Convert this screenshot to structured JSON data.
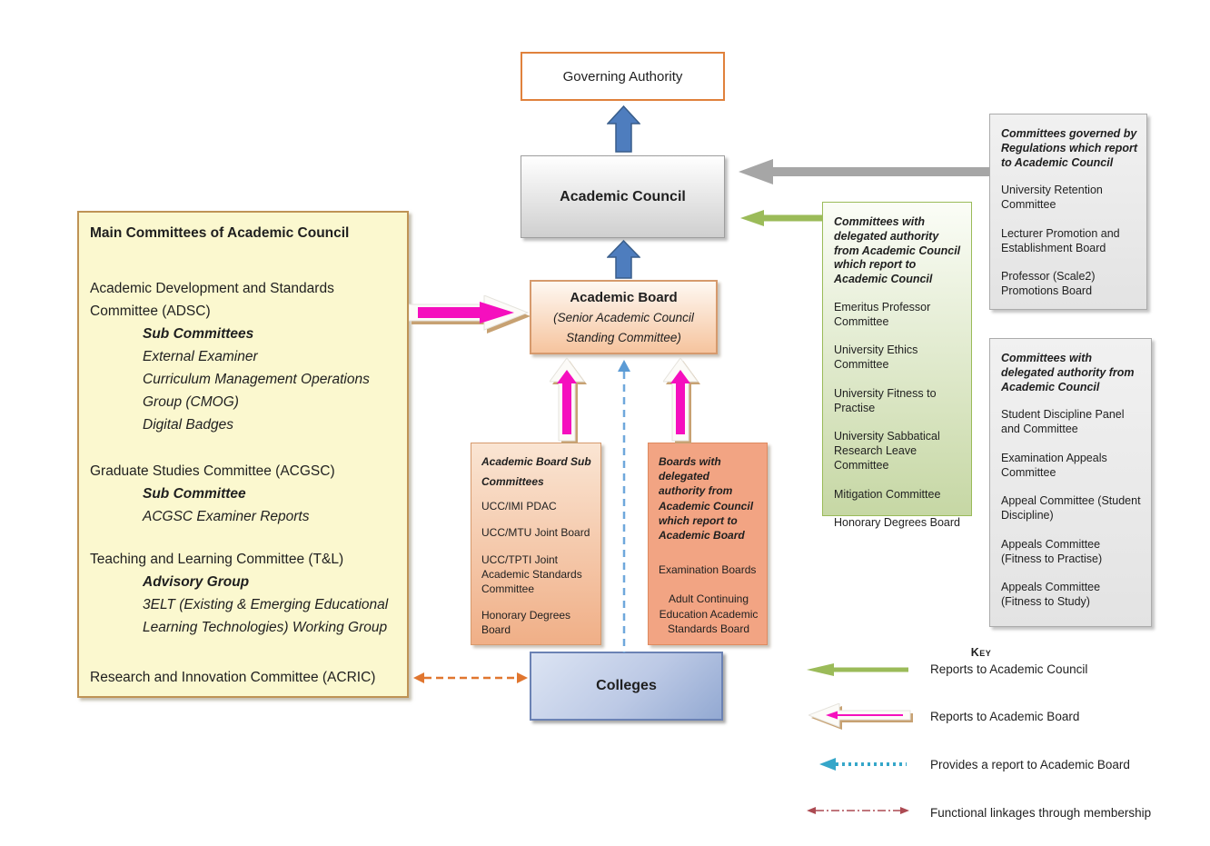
{
  "governing": {
    "title": "Governing Authority"
  },
  "council": {
    "title": "Academic Council"
  },
  "board": {
    "title": "Academic Board",
    "subtitle1": "(Senior Academic Council",
    "subtitle2": "Standing Committee)"
  },
  "colleges": {
    "title": "Colleges"
  },
  "main_committees": {
    "title": "Main Committees of Academic Council",
    "groups": [
      {
        "name": "Academic Development and Standards Committee (ADSC)",
        "sub_label": "Sub Committees",
        "subs": [
          "External Examiner",
          "Curriculum Management Operations Group (CMOG)",
          "Digital Badges"
        ]
      },
      {
        "name": "Graduate Studies Committee (ACGSC)",
        "sub_label": "Sub Committee",
        "subs": [
          "ACGSC Examiner Reports"
        ]
      },
      {
        "name": "Teaching and Learning Committee (T&L)",
        "sub_label": "Advisory Group",
        "subs": [
          "3ELT (Existing & Emerging Educational Learning Technologies) Working Group"
        ]
      },
      {
        "name": "Research and Innovation Committee (ACRIC)"
      }
    ]
  },
  "board_subs": {
    "header": "Academic Board Sub Committees",
    "items": [
      "UCC/IMI PDAC",
      "UCC/MTU Joint Board",
      "UCC/TPTI Joint Academic Standards Committee",
      "Honorary Degrees Board"
    ]
  },
  "delegated_boards": {
    "header": "Boards with delegated authority from Academic Council which report to Academic Board",
    "items": [
      "Examination Boards",
      "Adult Continuing Education Academic Standards Board"
    ]
  },
  "council_delegated": {
    "header": "Committees with delegated authority from Academic Council which report to Academic Council",
    "items": [
      "Emeritus Professor Committee",
      "University Ethics Committee",
      "University Fitness to Practise",
      "University Sabbatical Research Leave Committee",
      "Mitigation Committee",
      "Honorary Degrees Board"
    ]
  },
  "regulation": {
    "header": "Committees governed by Regulations which report to Academic Council",
    "items": [
      "University Retention Committee",
      "Lecturer Promotion and Establishment Board",
      "Professor (Scale2) Promotions Board"
    ]
  },
  "delegated_committees": {
    "header": "Committees with delegated authority from Academic Council",
    "items": [
      "Student Discipline Panel and Committee",
      "Examination Appeals Committee",
      "Appeal Committee (Student Discipline)",
      "Appeals Committee (Fitness to Practise)",
      "Appeals Committee (Fitness to Study)"
    ]
  },
  "key": {
    "title": "Key",
    "entries": [
      {
        "arrow": "green-solid-left-arrow",
        "label": "Reports to Academic Council"
      },
      {
        "arrow": "white-pink-left-arrow",
        "label": "Reports to Academic Board"
      },
      {
        "arrow": "blue-dotted-left-arrow",
        "label": "Provides a report to Academic Board"
      },
      {
        "arrow": "red-dashdot-double-arrow",
        "label": "Functional linkages through membership"
      }
    ]
  },
  "colors": {
    "magenta_arrow": "#F50FBE",
    "blue_block_arrow": "#4E7DBE",
    "green_arrow": "#9BBB59",
    "gray_arrow": "#A6A6A6",
    "blue_dashed": "#6FA8DC",
    "teal_dotted": "#35A6C9",
    "orange_dashed": "#E0762F",
    "red_dashdot": "#AC4A52",
    "yellow_fill": "#FBF8CF",
    "peach_fill": "#F6C49E",
    "salmon_fill": "#F2A483",
    "green_fill": "#C6D7A4",
    "gray_fill": "#E9E9E9",
    "blue_fill": "#93A9D2",
    "orange_border": "#E0813C"
  }
}
